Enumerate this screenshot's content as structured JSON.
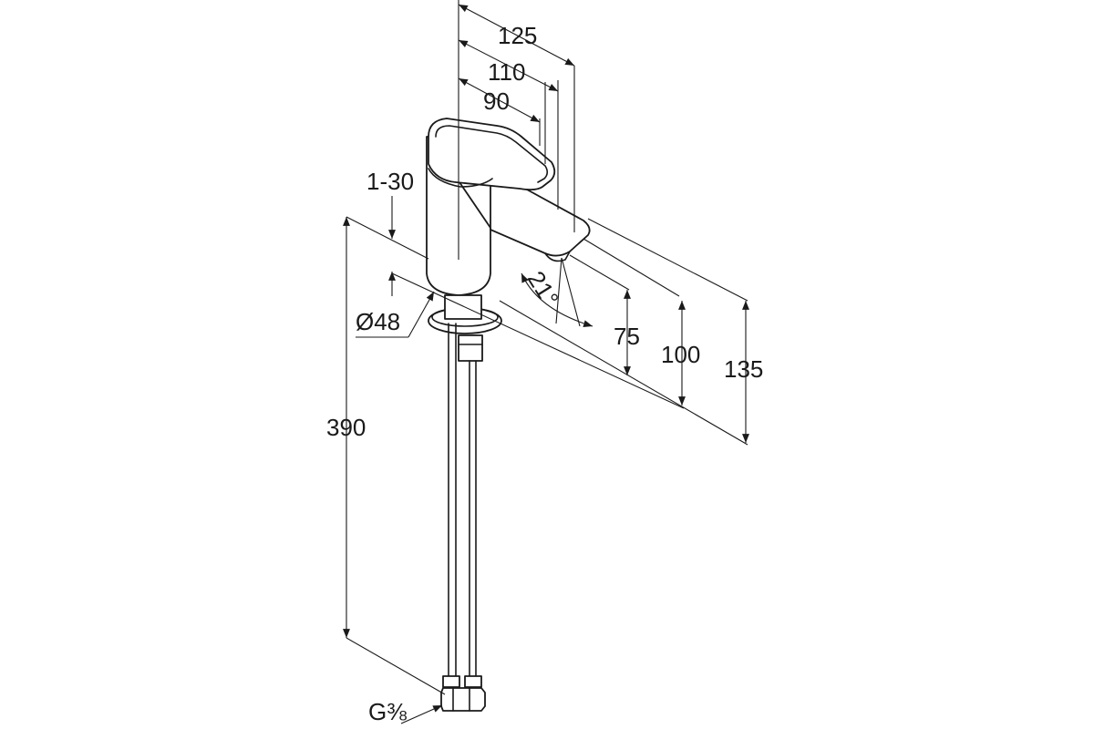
{
  "drawing": {
    "colors": {
      "line": "#1a1a1a",
      "background": "#ffffff"
    },
    "dimensions": {
      "top_125": "125",
      "top_110": "110",
      "top_90": "90",
      "lever_travel": "1-30",
      "diameter": "Ø48",
      "angle": "21°",
      "h_75": "75",
      "h_100": "100",
      "h_135": "135",
      "hose_390": "390",
      "thread": "G⅜"
    }
  }
}
